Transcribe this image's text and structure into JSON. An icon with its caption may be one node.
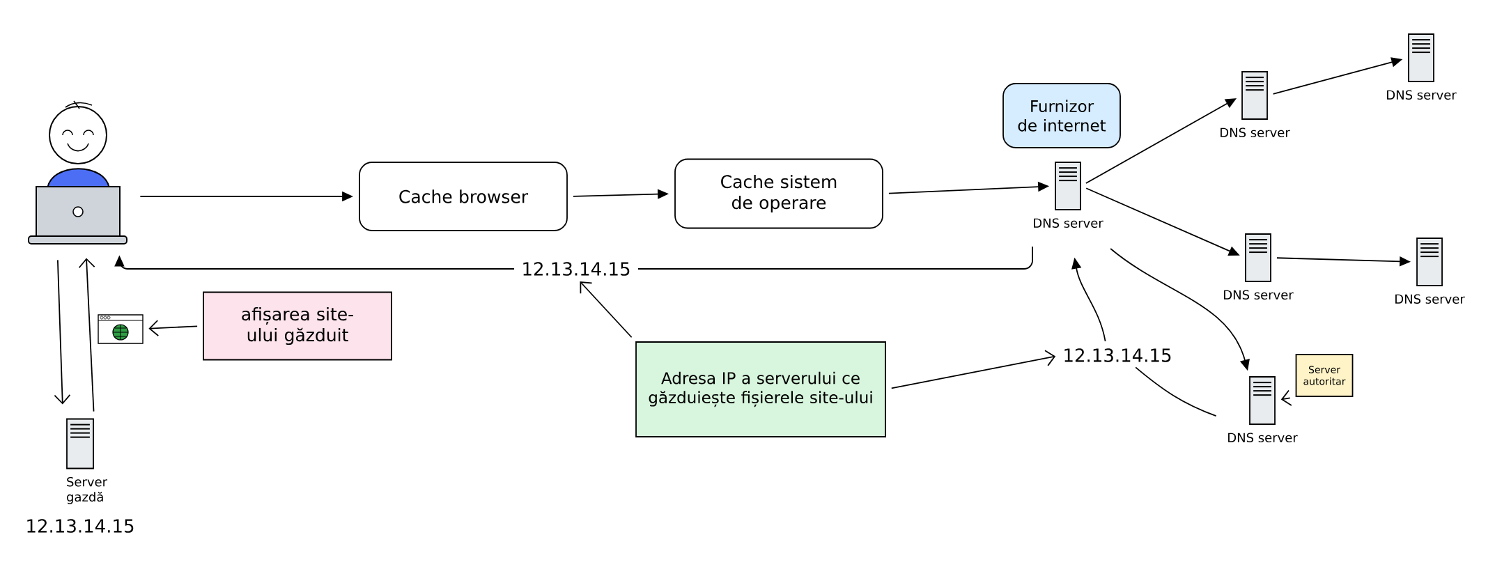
{
  "diagram": {
    "nodes": [
      {
        "text": [],
        "shape": "person"
      },
      {
        "text": [
          "Cache browser"
        ]
      },
      {
        "text": [
          "Cache sistem de operare"
        ]
      },
      {
        "text": [
          "Furnizor de internet"
        ]
      },
      {
        "text": [
          "DNS server"
        ]
      },
      {
        "text": [
          "DNS server"
        ]
      },
      {
        "text": [
          "DNS server"
        ]
      },
      {
        "text": [
          "DNS server"
        ]
      },
      {
        "text": [
          "DNS server"
        ]
      },
      {
        "text": [
          "DNS server"
        ]
      },
      {
        "text": [
          "Server autoritar"
        ]
      },
      {
        "text": [
          "12.13.14.15"
        ]
      },
      {
        "text": [
          "Adresa IP a serverului ce găzduiește fișierele site-ului"
        ]
      },
      {
        "text": [
          "12.13.14.15"
        ]
      },
      {
        "text": [],
        "shape": "picture"
      },
      {
        "text": [
          "afișarea site-ului găzduit"
        ]
      },
      {
        "text": [
          "Server gazdă"
        ],
        "beside": [
          "12.13.14.15"
        ]
      }
    ],
    "edges": [
      {
        "from": 0,
        "to": 1,
        "arrow": "to"
      },
      {
        "from": 1,
        "to": 2,
        "arrow": "to"
      },
      {
        "from": 2,
        "to": 4,
        "arrow": "to"
      },
      {
        "from": 4,
        "to": 5,
        "arrow": "to"
      },
      {
        "from": 5,
        "to": 6,
        "arrow": "to"
      },
      {
        "from": 4,
        "to": 7,
        "arrow": "to"
      },
      {
        "from": 7,
        "to": 8,
        "arrow": "to"
      },
      {
        "from": 4,
        "to": 9,
        "arrow": "to"
      },
      {
        "from": 10,
        "to": 9,
        "arrow": "to"
      },
      {
        "from": 9,
        "to": 11,
        "arrow": "none"
      },
      {
        "from": 11,
        "to": 4,
        "arrow": "to"
      },
      {
        "from": 12,
        "to": 11,
        "arrow": "to"
      },
      {
        "from": 12,
        "to": 13,
        "arrow": "to"
      },
      {
        "from": 4,
        "to": 13,
        "arrow": "none"
      },
      {
        "from": 13,
        "to": 0,
        "arrow": "to"
      },
      {
        "from": 0,
        "to": 16,
        "arrow": "to"
      },
      {
        "from": 16,
        "to": 0,
        "arrow": "to"
      },
      {
        "from": 15,
        "to": 14,
        "arrow": "to"
      }
    ]
  }
}
